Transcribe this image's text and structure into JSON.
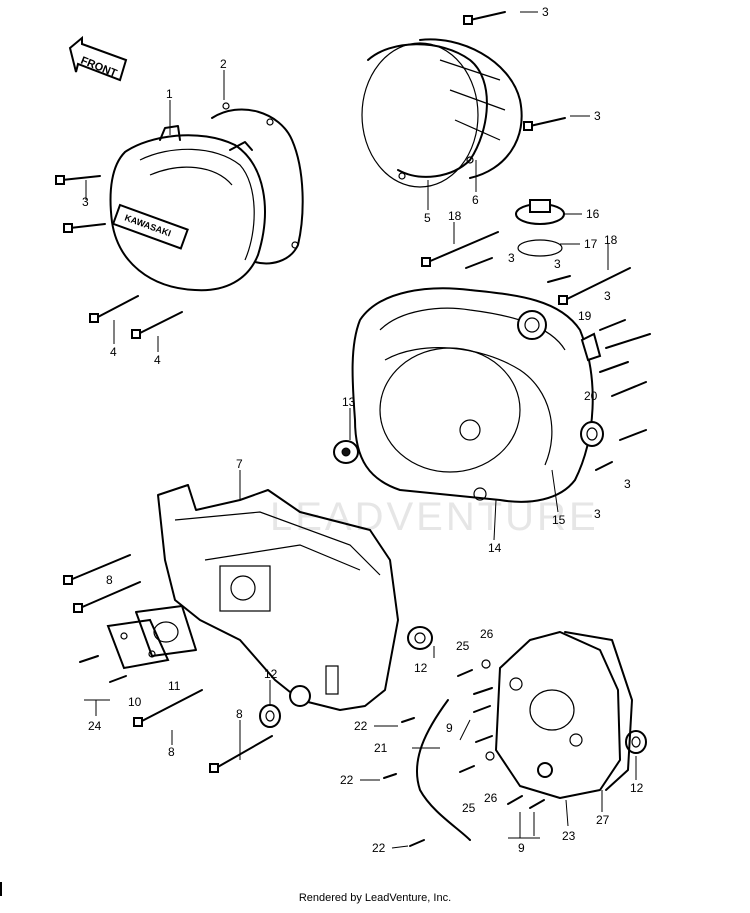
{
  "diagram": {
    "front_label": "FRONT",
    "brand_badge": "KAWASAKI",
    "watermark": "LEADVENTURE",
    "callouts": [
      {
        "id": "c1",
        "text": "1"
      },
      {
        "id": "c2",
        "text": "2"
      },
      {
        "id": "c3a",
        "text": "3"
      },
      {
        "id": "c3b",
        "text": "3"
      },
      {
        "id": "c3c",
        "text": "3"
      },
      {
        "id": "c3d",
        "text": "3"
      },
      {
        "id": "c3e",
        "text": "3"
      },
      {
        "id": "c3f",
        "text": "3"
      },
      {
        "id": "c3g",
        "text": "3"
      },
      {
        "id": "c3h",
        "text": "3"
      },
      {
        "id": "c4a",
        "text": "4"
      },
      {
        "id": "c4b",
        "text": "4"
      },
      {
        "id": "c5",
        "text": "5"
      },
      {
        "id": "c6",
        "text": "6"
      },
      {
        "id": "c7",
        "text": "7"
      },
      {
        "id": "c8a",
        "text": "8"
      },
      {
        "id": "c8b",
        "text": "8"
      },
      {
        "id": "c8c",
        "text": "8"
      },
      {
        "id": "c9a",
        "text": "9"
      },
      {
        "id": "c9b",
        "text": "9"
      },
      {
        "id": "c10",
        "text": "10"
      },
      {
        "id": "c11",
        "text": "11"
      },
      {
        "id": "c12a",
        "text": "12"
      },
      {
        "id": "c12b",
        "text": "12"
      },
      {
        "id": "c12c",
        "text": "12"
      },
      {
        "id": "c13",
        "text": "13"
      },
      {
        "id": "c14",
        "text": "14"
      },
      {
        "id": "c15",
        "text": "15"
      },
      {
        "id": "c16",
        "text": "16"
      },
      {
        "id": "c17",
        "text": "17"
      },
      {
        "id": "c18a",
        "text": "18"
      },
      {
        "id": "c18b",
        "text": "18"
      },
      {
        "id": "c19",
        "text": "19"
      },
      {
        "id": "c20",
        "text": "20"
      },
      {
        "id": "c21",
        "text": "21"
      },
      {
        "id": "c22a",
        "text": "22"
      },
      {
        "id": "c22b",
        "text": "22"
      },
      {
        "id": "c22c",
        "text": "22"
      },
      {
        "id": "c23",
        "text": "23"
      },
      {
        "id": "c24",
        "text": "24"
      },
      {
        "id": "c25a",
        "text": "25"
      },
      {
        "id": "c25b",
        "text": "25"
      },
      {
        "id": "c26a",
        "text": "26"
      },
      {
        "id": "c26b",
        "text": "26"
      },
      {
        "id": "c27",
        "text": "27"
      }
    ]
  },
  "footer": {
    "credit": "Rendered by LeadVenture, Inc."
  }
}
